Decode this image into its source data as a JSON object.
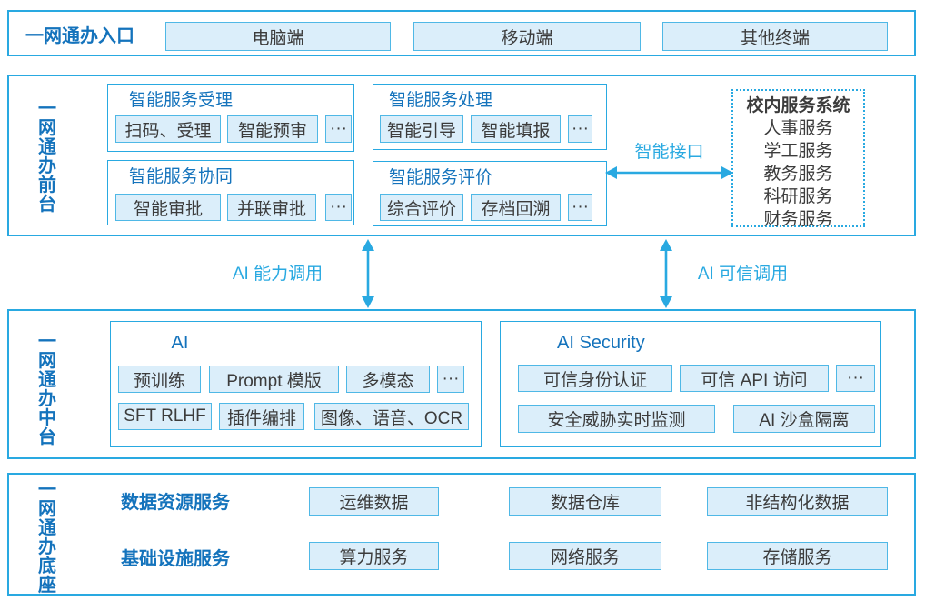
{
  "colors": {
    "accent": "#29A9E1",
    "blue": "#1473BC",
    "text_dark": "#3C3C3C",
    "chip_bg": "#DBEEFA"
  },
  "entry": {
    "label": "一网通办入口",
    "terminals": [
      "电脑端",
      "移动端",
      "其他终端"
    ]
  },
  "front": {
    "label": "一网通办前台",
    "boxes": [
      {
        "title": "智能服务受理",
        "chips": [
          "扫码、受理",
          "智能预审",
          "···"
        ]
      },
      {
        "title": "智能服务处理",
        "chips": [
          "智能引导",
          "智能填报",
          "···"
        ]
      },
      {
        "title": "智能服务协同",
        "chips": [
          "智能审批",
          "并联审批",
          "···"
        ]
      },
      {
        "title": "智能服务评价",
        "chips": [
          "综合评价",
          "存档回溯",
          "···"
        ]
      }
    ],
    "interface_label": "智能接口",
    "campus": {
      "title": "校内服务系统",
      "items": [
        "人事服务",
        "学工服务",
        "教务服务",
        "科研服务",
        "财务服务"
      ]
    }
  },
  "links": {
    "left": "AI 能力调用",
    "right": "AI 可信调用"
  },
  "middle": {
    "label": "一网通办中台",
    "ai": {
      "title": "AI",
      "row1": [
        "预训练",
        "Prompt 模版",
        "多模态",
        "···"
      ],
      "row2": [
        "SFT RLHF",
        "插件编排",
        "图像、语音、OCR"
      ]
    },
    "security": {
      "title": "AI Security",
      "row1": [
        "可信身份认证",
        "可信 API 访问",
        "···"
      ],
      "row2": [
        "安全威胁实时监测",
        "AI 沙盒隔离"
      ]
    }
  },
  "base": {
    "label": "一网通办底座",
    "rows": [
      {
        "category": "数据资源服务",
        "chips": [
          "运维数据",
          "数据仓库",
          "非结构化数据"
        ]
      },
      {
        "category": "基础设施服务",
        "chips": [
          "算力服务",
          "网络服务",
          "存储服务"
        ]
      }
    ]
  }
}
